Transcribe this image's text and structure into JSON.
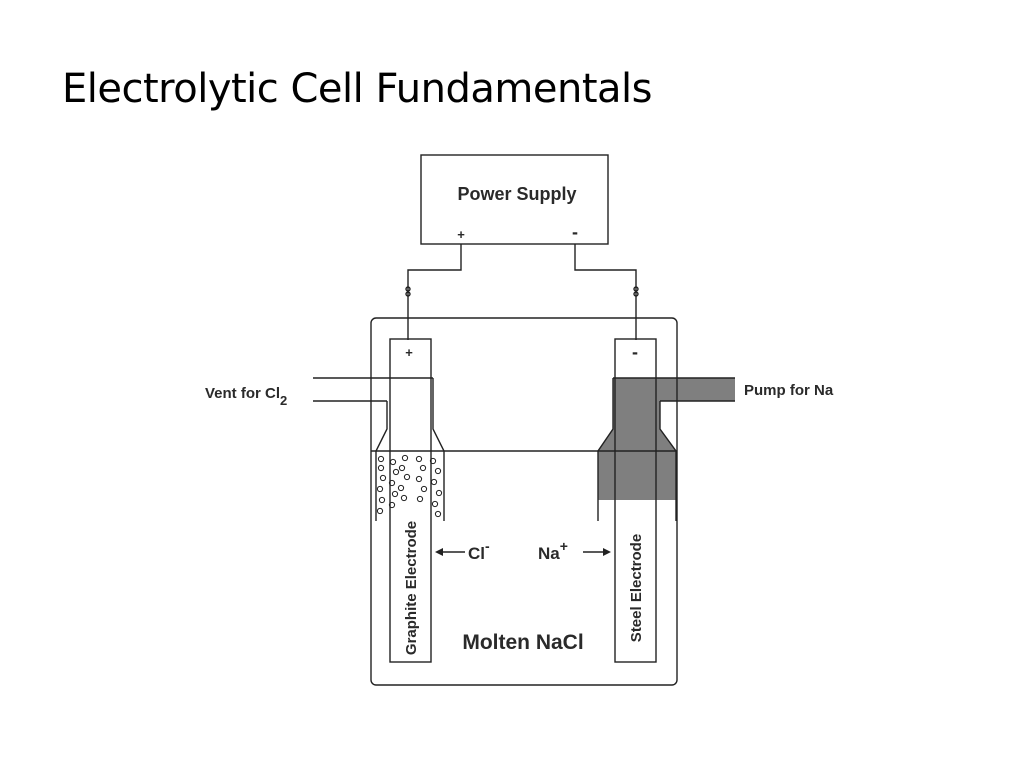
{
  "slide": {
    "title": "Electrolytic Cell Fundamentals"
  },
  "diagram": {
    "power_supply_label": "Power Supply",
    "plus_sign": "+",
    "minus_sign": "-",
    "vent_label": "Vent for Cl",
    "vent_subscript": "2",
    "pump_label": "Pump for Na",
    "graphite_label": "Graphite Electrode",
    "steel_label": "Steel Electrode",
    "chloride_ion": "Cl",
    "chloride_charge": "-",
    "sodium_ion": "Na",
    "sodium_charge": "+",
    "electrolyte_label": "Molten NaCl",
    "colors": {
      "sodium_fill": "#7f7f7f",
      "line": "#222222"
    }
  }
}
